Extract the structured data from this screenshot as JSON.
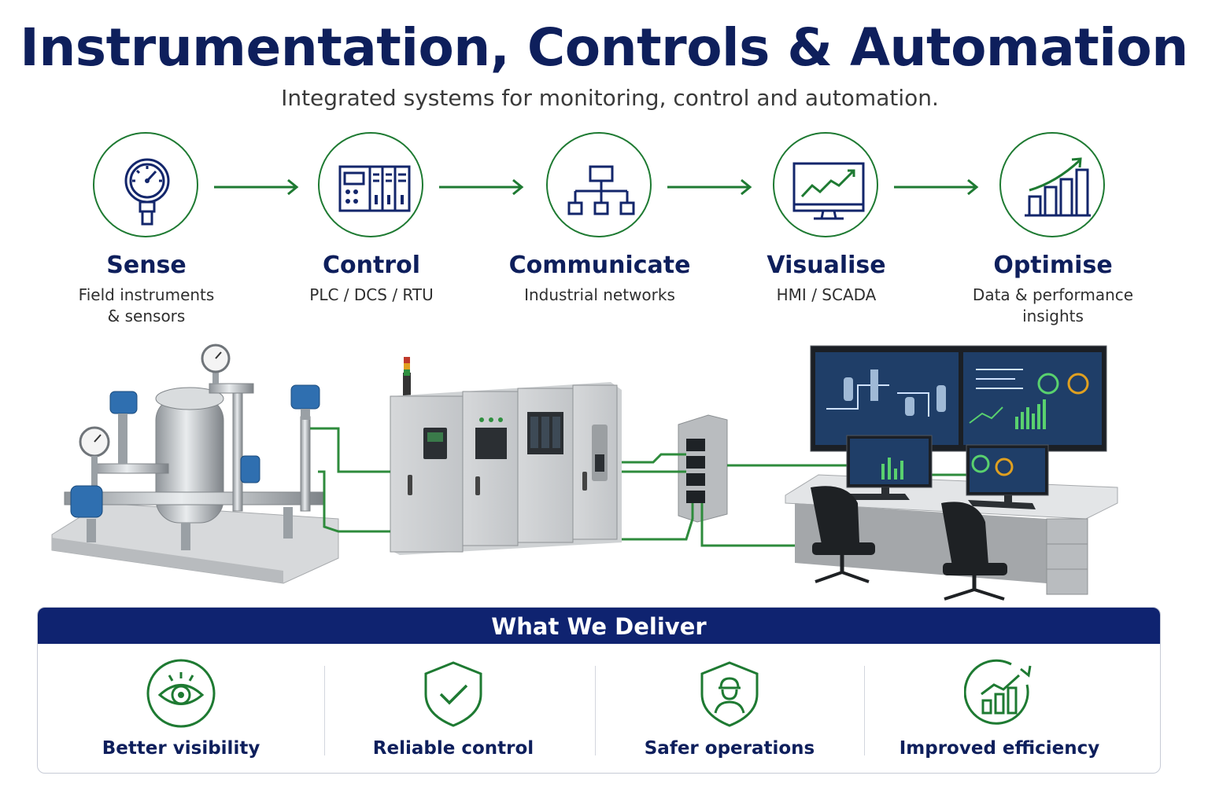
{
  "header": {
    "title": "Instrumentation, Controls & Automation",
    "subtitle": "Integrated systems for monitoring, control and automation."
  },
  "steps": [
    {
      "label": "Sense",
      "desc_line1": "Field instruments",
      "desc_line2": "& sensors",
      "icon": "pressure-gauge-icon"
    },
    {
      "label": "Control",
      "desc_line1": "PLC / DCS / RTU",
      "desc_line2": "",
      "icon": "control-panel-icon"
    },
    {
      "label": "Communicate",
      "desc_line1": "Industrial networks",
      "desc_line2": "",
      "icon": "network-hierarchy-icon"
    },
    {
      "label": "Visualise",
      "desc_line1": "HMI / SCADA",
      "desc_line2": "",
      "icon": "monitor-chart-icon"
    },
    {
      "label": "Optimise",
      "desc_line1": "Data & performance",
      "desc_line2": "insights",
      "icon": "growth-chart-icon"
    }
  ],
  "deliver": {
    "title": "What We Deliver",
    "items": [
      {
        "label": "Better visibility",
        "icon": "eye-icon"
      },
      {
        "label": "Reliable control",
        "icon": "shield-check-icon"
      },
      {
        "label": "Safer operations",
        "icon": "shield-worker-icon"
      },
      {
        "label": "Improved efficiency",
        "icon": "efficiency-chart-icon"
      }
    ]
  },
  "colors": {
    "navy": "#0e1f5c",
    "green": "#1e7a32",
    "banner": "#0f2370"
  }
}
